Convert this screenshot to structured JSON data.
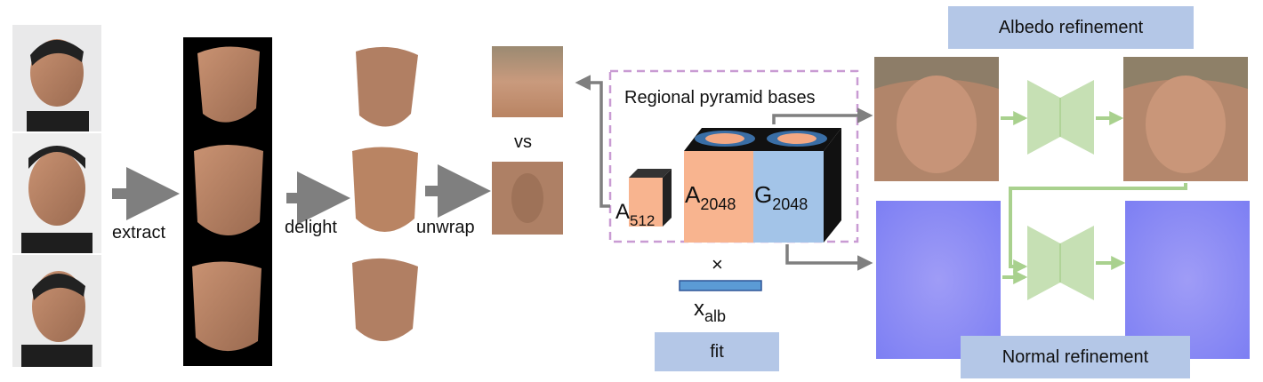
{
  "labels": {
    "extract": "extract",
    "delight": "delight",
    "unwrap": "unwrap",
    "vs": "vs",
    "pyramid_title": "Regional pyramid bases",
    "times": "×",
    "x_main": "x",
    "x_sub": "alb",
    "fit": "fit",
    "albedo_refinement": "Albedo refinement",
    "normal_refinement": "Normal refinement",
    "A512_main": "A",
    "A512_sub": "512",
    "A2048_main": "A",
    "A2048_sub": "2048",
    "G2048_main": "G",
    "G2048_sub": "2048"
  },
  "colors": {
    "arrow_gray": "#7f7f7f",
    "label_box": "#b4c7e7",
    "dashed_border": "#c99bd3",
    "cube_orange": "#f8b48f",
    "cube_blue": "#a3c4e8",
    "network_green": "#c6e0b4",
    "arrow_green": "#a9d18e",
    "normal_map": "#8080ff",
    "skin": "#b98463"
  }
}
